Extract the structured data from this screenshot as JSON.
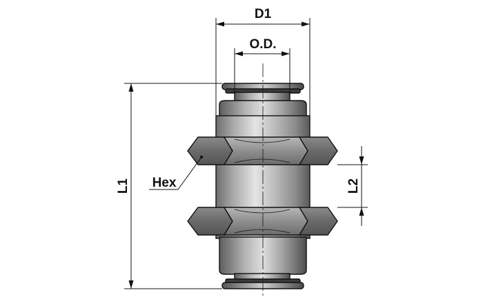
{
  "dimensions": {
    "d1": "D1",
    "od": "O.D.",
    "l1": "L1",
    "l2": "L2",
    "hex": "Hex"
  },
  "colors": {
    "metal_light": "#d9d9d9",
    "metal_mid": "#9a9a9a",
    "metal_dark": "#5c5c5c",
    "outline": "#111111"
  }
}
